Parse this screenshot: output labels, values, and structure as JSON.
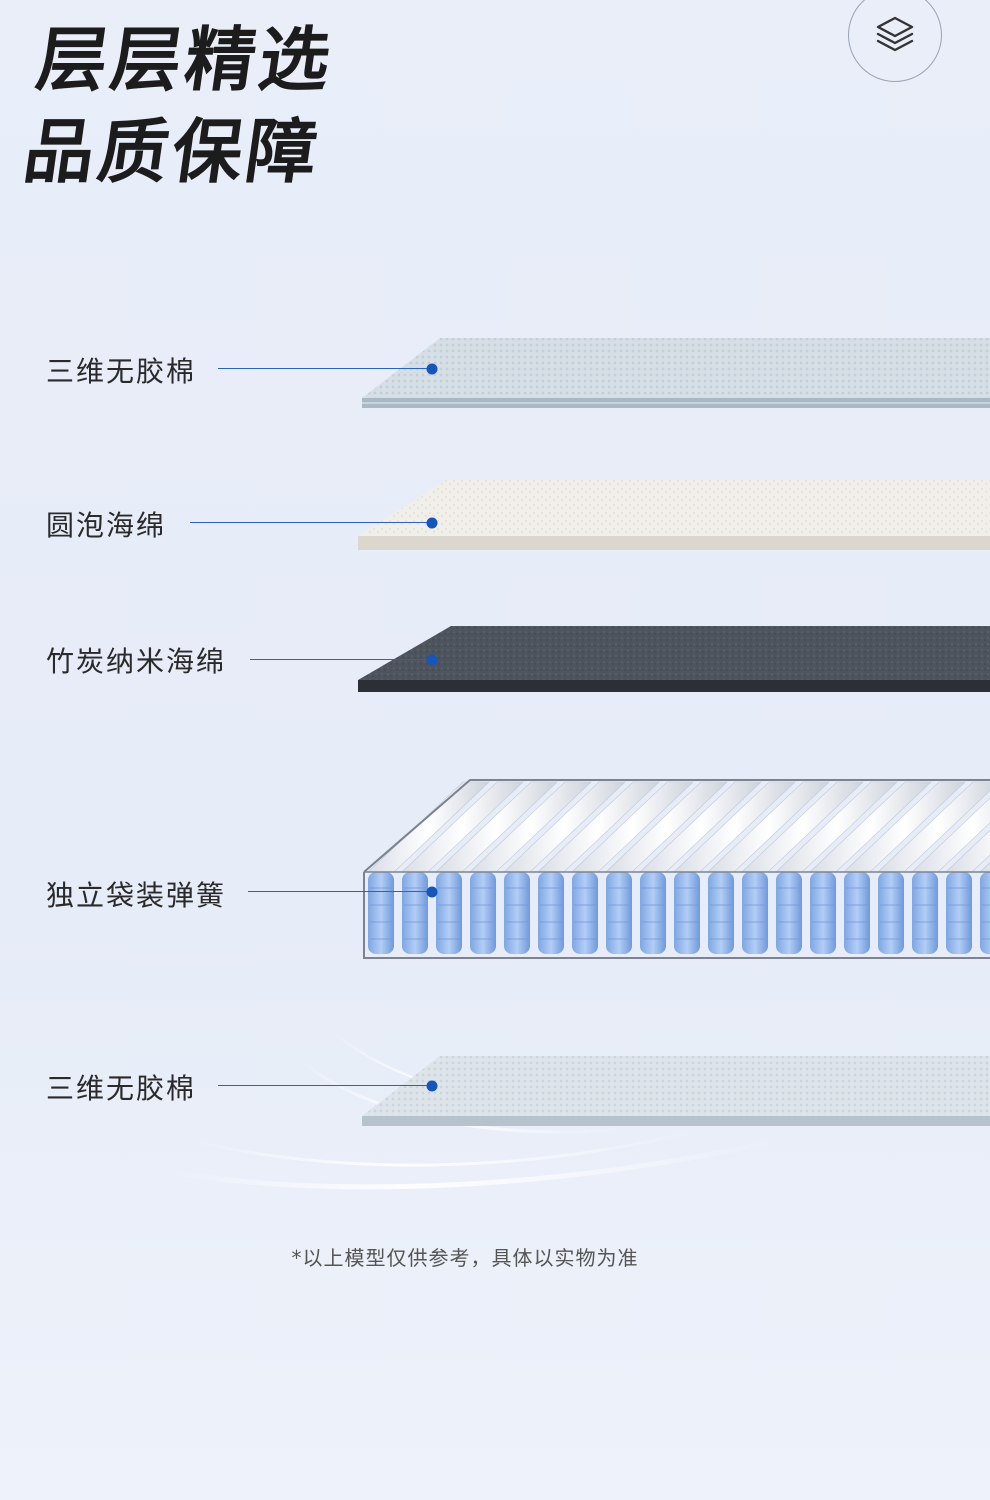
{
  "headline": {
    "line1": "层层精选",
    "line2": "品质保障"
  },
  "icon": "layers-icon",
  "layers": [
    {
      "label": "三维无胶棉",
      "material": "3d-fiber-cotton"
    },
    {
      "label": "圆泡海绵",
      "material": "round-foam-sponge"
    },
    {
      "label": "竹炭纳米海绵",
      "material": "bamboo-charcoal-sponge"
    },
    {
      "label": "独立袋装弹簧",
      "material": "pocket-spring"
    },
    {
      "label": "三维无胶棉",
      "material": "3d-fiber-cotton"
    }
  ],
  "note": "*以上模型仅供参考，具体以实物为准",
  "colors": {
    "accent": "#1656b8",
    "title": "#1c1c1c",
    "spring_blue": "#8fb4ec",
    "charcoal": "#4a5059"
  }
}
